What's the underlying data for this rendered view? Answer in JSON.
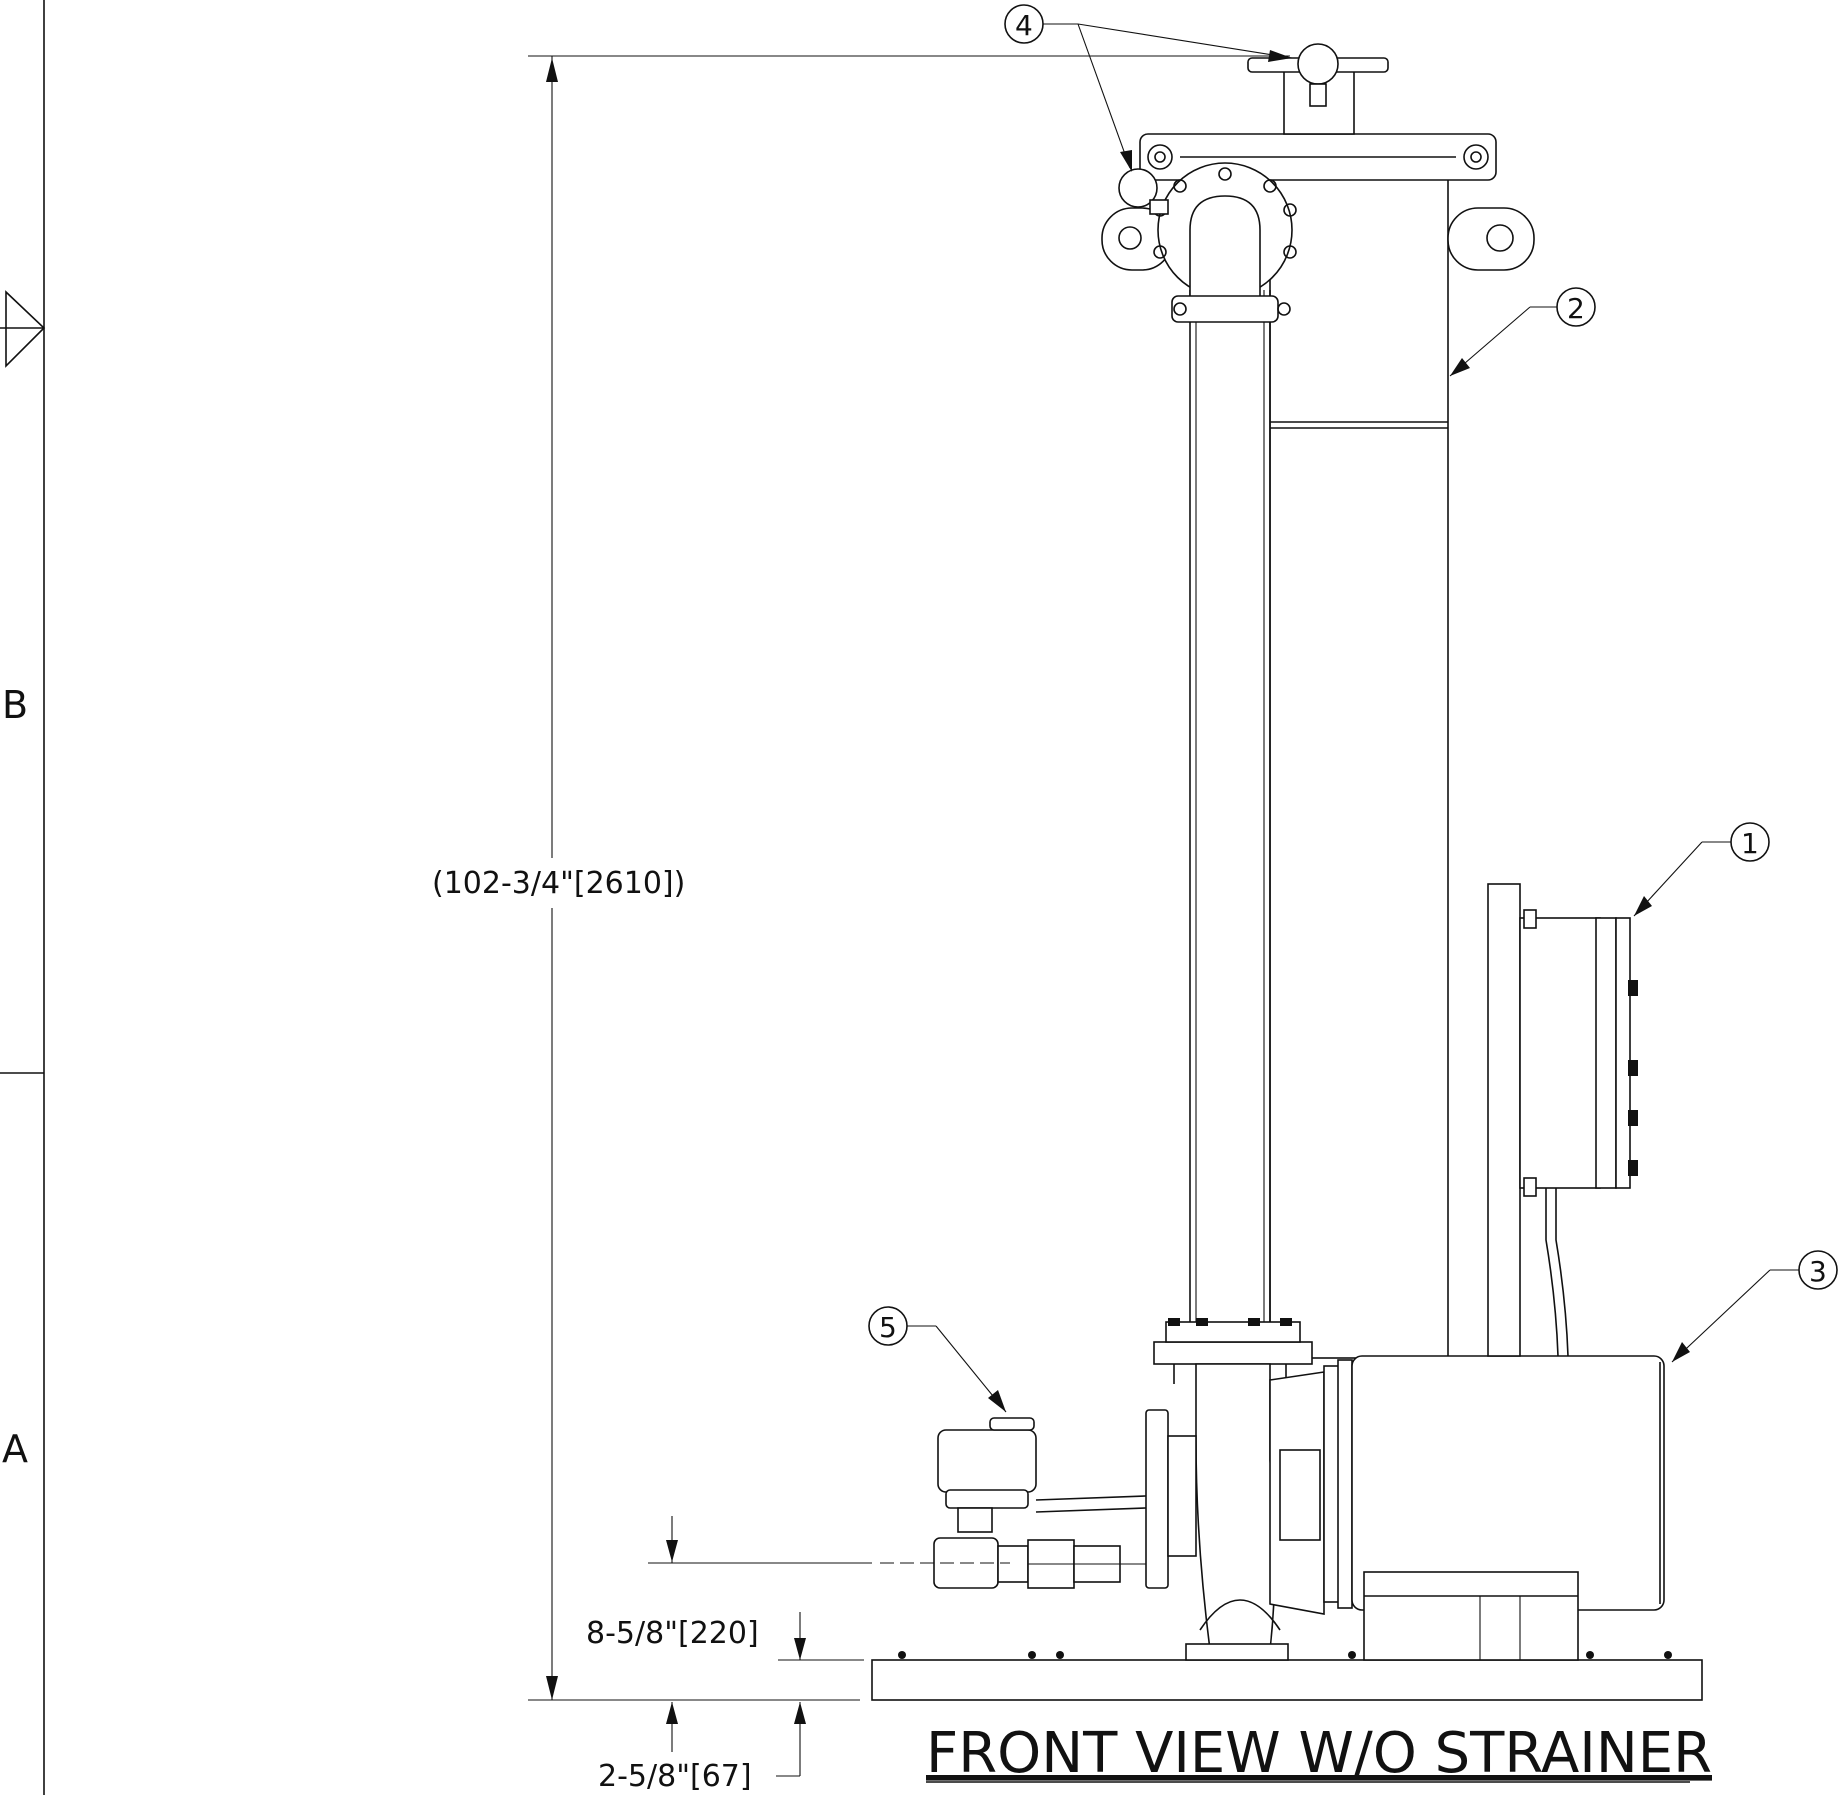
{
  "drawing": {
    "title": "FRONT VIEW W/O STRAINER",
    "zone_labels": [
      "B",
      "A"
    ],
    "dimensions": {
      "overall_height": "(102-3/4\"[2610])",
      "inlet_height": "8-5/8\"[220]",
      "base_height": "2-5/8\"[67]"
    },
    "balloons": [
      "1",
      "2",
      "3",
      "4",
      "5"
    ]
  }
}
